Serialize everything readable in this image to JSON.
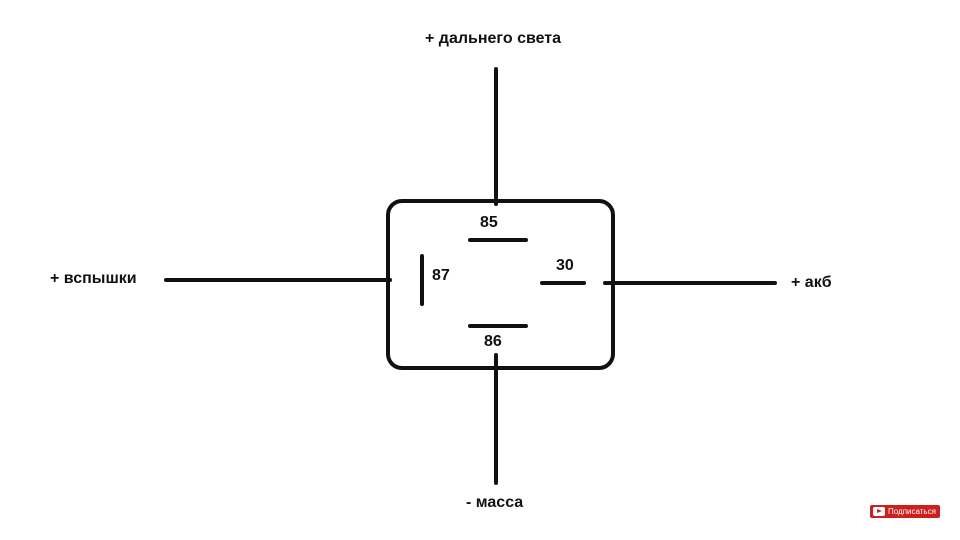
{
  "labels": {
    "top": "+ дальнего света",
    "left": "+ вспышки",
    "right": "+ акб",
    "bottom": "- масса"
  },
  "pins": {
    "p85": "85",
    "p87": "87",
    "p30": "30",
    "p86": "86"
  },
  "subscribe_button": {
    "label": "Подписаться",
    "icon": "youtube-icon",
    "color": "#cc1f1f"
  },
  "colors": {
    "stroke": "#111111",
    "background": "#ffffff"
  }
}
